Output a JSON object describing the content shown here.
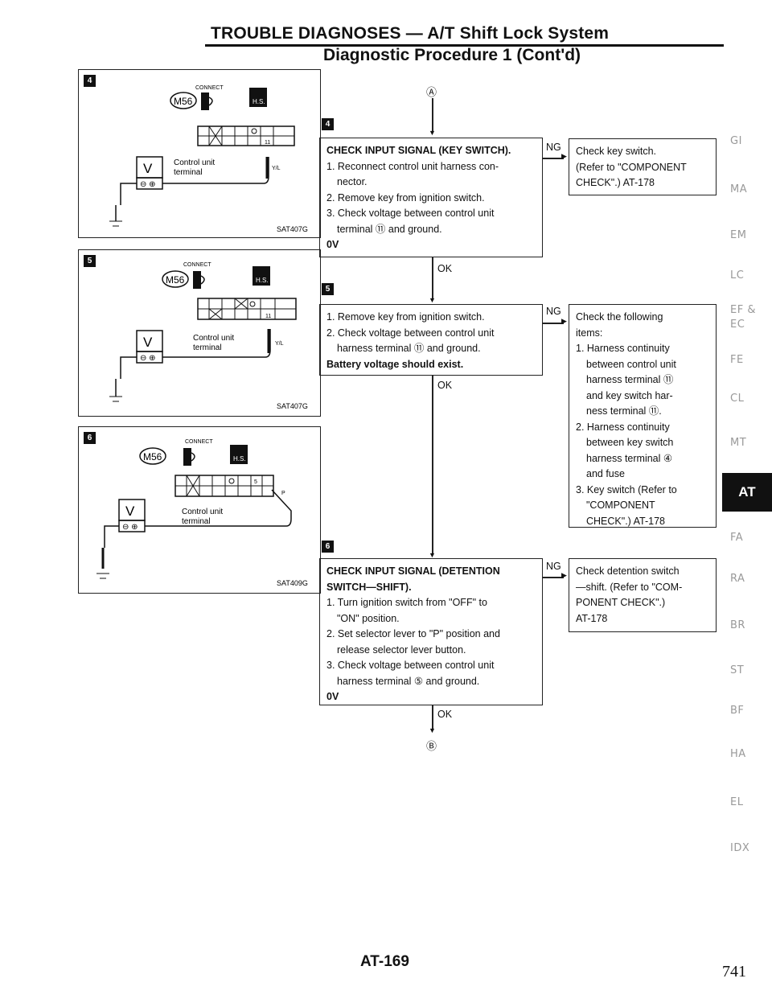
{
  "header": {
    "title": "TROUBLE DIAGNOSES — A/T Shift Lock System",
    "subtitle": "Diagnostic Procedure 1 (Cont'd)"
  },
  "diagrams": [
    {
      "step": "4",
      "connect": "CONNECT",
      "connector": "M56",
      "meter": "V",
      "pin": "11",
      "label1": "Control unit",
      "label2": "terminal",
      "wire": "Y/L",
      "code": "SAT407G"
    },
    {
      "step": "5",
      "connect": "CONNECT",
      "connector": "M56",
      "meter": "V",
      "pin": "11",
      "label1": "Control unit",
      "label2": "terminal",
      "wire": "Y/L",
      "code": "SAT407G"
    },
    {
      "step": "6",
      "connect": "CONNECT",
      "connector": "M56",
      "meter": "V",
      "pin": "5",
      "label1": "Control unit",
      "label2": "terminal",
      "wire": "P",
      "code": "SAT409G"
    }
  ],
  "flow": {
    "start_marker": "Ⓐ",
    "end_marker": "Ⓑ",
    "ok": "OK",
    "ng": "NG",
    "step4": {
      "num": "4",
      "title": "CHECK INPUT SIGNAL (KEY SWITCH).",
      "l1": "1. Reconnect control unit harness con-",
      "l1b": "nector.",
      "l2": "2. Remove key from ignition switch.",
      "l3": "3. Check voltage between control unit",
      "l3b": "terminal ⑪ and ground.",
      "result": "0V",
      "ng_box": [
        "Check key switch.",
        "(Refer to \"COMPONENT",
        "CHECK\".) AT-178"
      ]
    },
    "step5": {
      "num": "5",
      "l1": "1. Remove key from ignition switch.",
      "l2": "2. Check voltage between control unit",
      "l2b": "harness terminal ⑪ and ground.",
      "result": "Battery voltage should exist.",
      "ng_box": [
        "Check the following",
        "items:",
        "1. Harness continuity",
        "between control unit",
        "harness terminal ⑪",
        "and key switch har-",
        "ness terminal ⑪.",
        "2. Harness continuity",
        "between key switch",
        "harness terminal ④",
        "and fuse",
        "3. Key switch (Refer to",
        "\"COMPONENT",
        "CHECK\".) AT-178"
      ]
    },
    "step6": {
      "num": "6",
      "title": "CHECK INPUT SIGNAL (DETENTION",
      "title2": "SWITCH—SHIFT).",
      "l1": "1. Turn ignition switch from \"OFF\" to",
      "l1b": "\"ON\" position.",
      "l2": "2. Set selector lever to \"P\" position and",
      "l2b": "release selector lever button.",
      "l3": "3. Check voltage between control unit",
      "l3b": "harness terminal ⑤ and ground.",
      "result": "0V",
      "ng_box": [
        "Check detention switch",
        "—shift. (Refer to \"COM-",
        "PONENT CHECK\".)",
        "AT-178"
      ]
    }
  },
  "side_index": [
    "GI",
    "MA",
    "EM",
    "LC",
    "EF &",
    "EC",
    "FE",
    "CL",
    "MT",
    "AT",
    "FA",
    "RA",
    "BR",
    "ST",
    "BF",
    "HA",
    "EL",
    "IDX"
  ],
  "footer": {
    "code": "AT-169",
    "page": "741"
  }
}
